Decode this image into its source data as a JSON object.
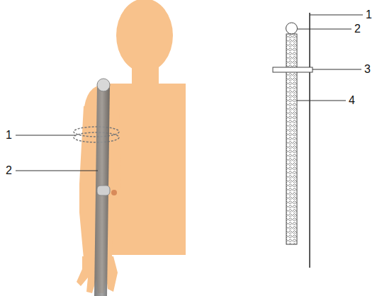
{
  "diagram": {
    "labels": [
      "1",
      "2",
      "1",
      "2",
      "3",
      "4"
    ]
  }
}
